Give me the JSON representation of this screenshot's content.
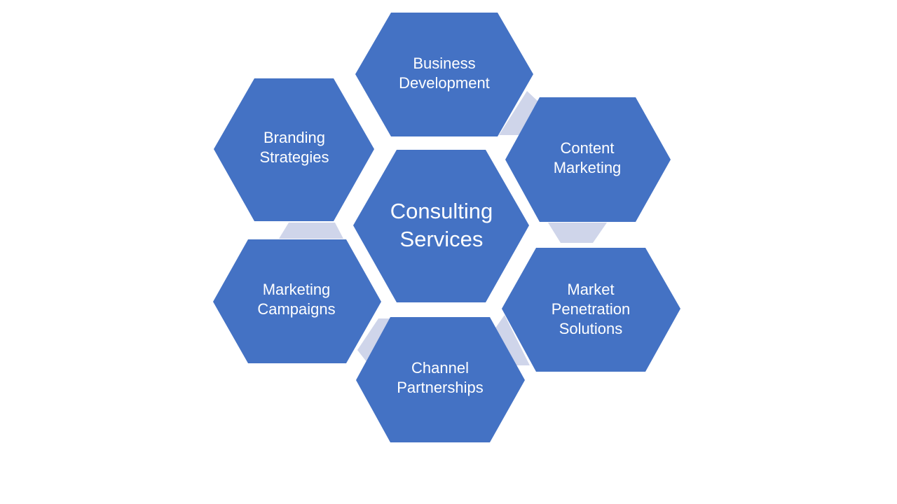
{
  "diagram": {
    "colors": {
      "hex_fill": "#4472C4",
      "connector_fill": "#CFD5EA",
      "text": "#FFFFFF",
      "background": "#FFFFFF"
    },
    "center": {
      "label": "Consulting\nServices"
    },
    "nodes": {
      "business_development": {
        "label": "Business\nDevelopment"
      },
      "content_marketing": {
        "label": "Content\nMarketing"
      },
      "market_penetration": {
        "label": "Market\nPenetration\nSolutions"
      },
      "channel_partnerships": {
        "label": "Channel\nPartnerships"
      },
      "marketing_campaigns": {
        "label": "Marketing\nCampaigns"
      },
      "branding_strategies": {
        "label": "Branding\nStrategies"
      }
    }
  }
}
